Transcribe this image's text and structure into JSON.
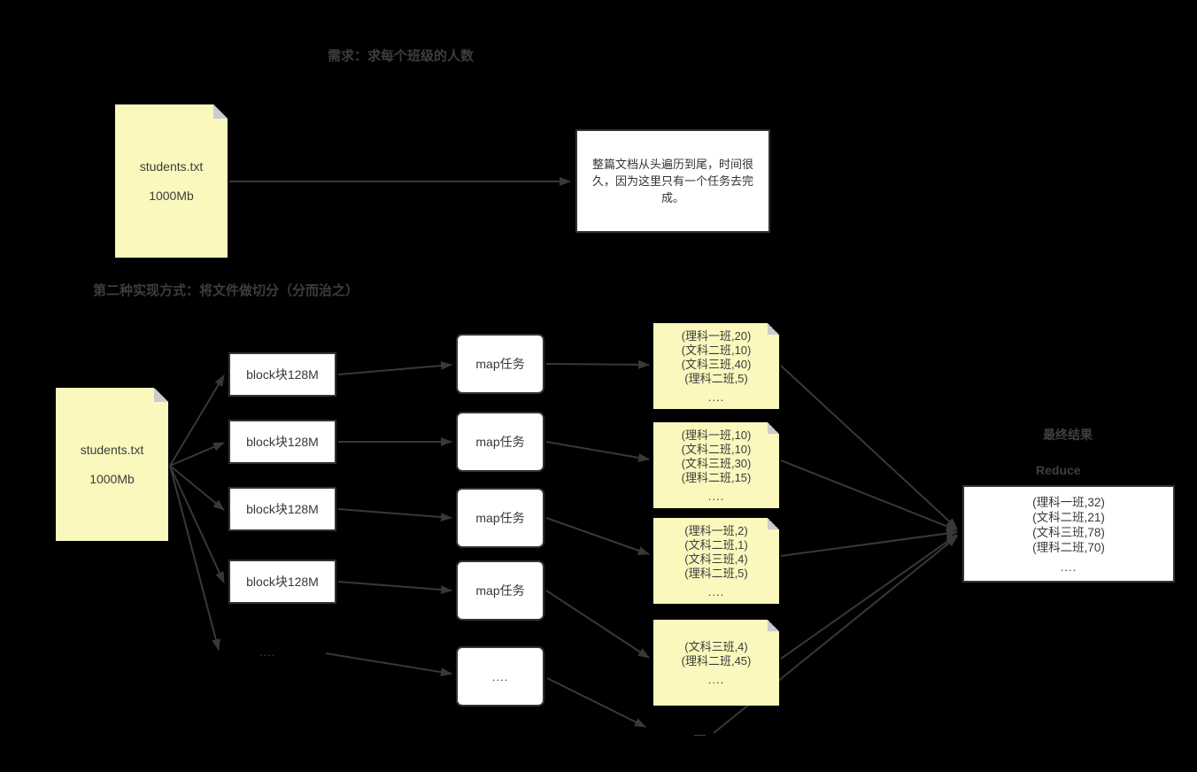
{
  "colors": {
    "background": "#000000",
    "note_fill": "#FAF8BC",
    "note_fold": "#CCCCCC",
    "box_fill": "#FFFFFF",
    "box_border": "#333333",
    "arrow": "#383838",
    "title_text": "#3D3D3D"
  },
  "titles": {
    "section1": "需求：求每个班级的人数",
    "section2": "第二种实现方式：将文件做切分（分而治之）"
  },
  "section1": {
    "source_note": {
      "name": "students.txt",
      "size": "1000Mb"
    },
    "comment_box": "整篇文档从头遍历到尾，时间很久，因为这里只有一个任务去完成。"
  },
  "section2": {
    "source_note": {
      "name": "students.txt",
      "size": "1000Mb"
    },
    "blocks": [
      "block块128M",
      "block块128M",
      "block块128M",
      "block块128M"
    ],
    "blocks_ellipsis": "....",
    "map_tasks": [
      "map任务",
      "map任务",
      "map任务",
      "map任务"
    ],
    "map_ellipsis_box": "....",
    "bottom_ellipsis": "—",
    "map_outputs": [
      {
        "lines": [
          "(理科一班,20)",
          "(文科二班,10)",
          "(文科三班,40)",
          "(理科二班,5)"
        ],
        "more": "...."
      },
      {
        "lines": [
          "(理科一班,10)",
          "(文科二班,10)",
          "(文科三班,30)",
          "(理科二班,15)"
        ],
        "more": "...."
      },
      {
        "lines": [
          "(理科一班,2)",
          "(文科二班,1)",
          "(文科三班,4)",
          "(理科二班,5)"
        ],
        "more": "...."
      },
      {
        "lines": [
          "(文科三班,4)",
          "(理科二班,45)"
        ],
        "more": "...."
      }
    ],
    "final_result_label": "最终结果",
    "reduce_label": "Reduce",
    "final_box": {
      "lines": [
        "(理科一班,32)",
        "(文科二班,21)",
        "(文科三班,78)",
        "(理科二班,70)"
      ],
      "more": "...."
    }
  }
}
